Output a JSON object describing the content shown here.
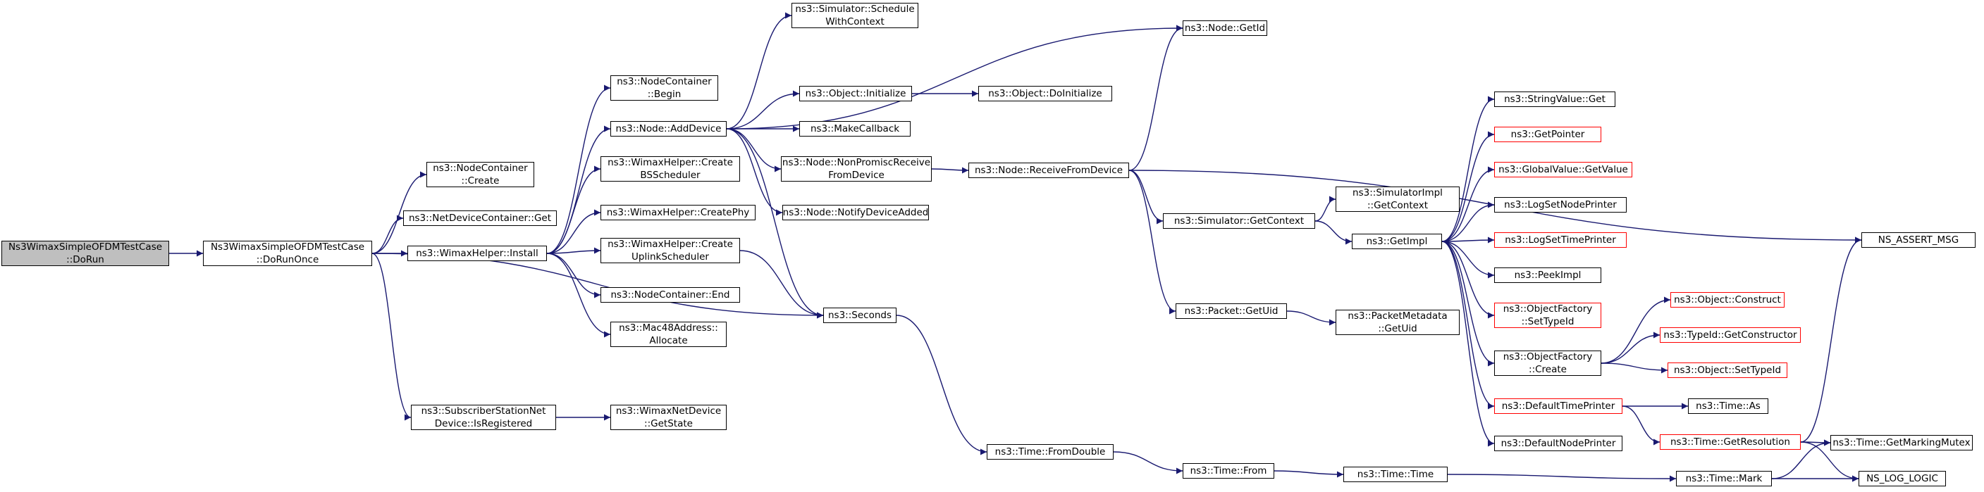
{
  "colors": {
    "edge": "#191970",
    "border": "#000000",
    "red_border": "#ff0000",
    "root_fill": "#bfbfbf",
    "background": "#ffffff"
  },
  "nodes": {
    "root": {
      "lines": [
        "Ns3WimaxSimpleOFDMTestCase",
        "::DoRun"
      ]
    },
    "dorunonce": {
      "lines": [
        "Ns3WimaxSimpleOFDMTestCase",
        "::DoRunOnce"
      ]
    },
    "nc_create": {
      "lines": [
        "ns3::NodeContainer",
        "::Create"
      ]
    },
    "ndc_get": {
      "lines": [
        "ns3::NetDeviceContainer::Get"
      ]
    },
    "wh_install": {
      "lines": [
        "ns3::WimaxHelper::Install"
      ]
    },
    "ssnd_isreg": {
      "lines": [
        "ns3::SubscriberStationNet",
        "Device::IsRegistered"
      ]
    },
    "nc_begin": {
      "lines": [
        "ns3::NodeContainer",
        "::Begin"
      ]
    },
    "node_adddevice": {
      "lines": [
        "ns3::Node::AddDevice"
      ]
    },
    "wh_createbs": {
      "lines": [
        "ns3::WimaxHelper::Create",
        "BSScheduler"
      ]
    },
    "wh_createphy": {
      "lines": [
        "ns3::WimaxHelper::CreatePhy"
      ]
    },
    "wh_createul": {
      "lines": [
        "ns3::WimaxHelper::Create",
        "UplinkScheduler"
      ]
    },
    "nc_end": {
      "lines": [
        "ns3::NodeContainer::End"
      ]
    },
    "mac48_alloc": {
      "lines": [
        "ns3::Mac48Address::",
        "Allocate"
      ]
    },
    "wnd_getstate": {
      "lines": [
        "ns3::WimaxNetDevice",
        "::GetState"
      ]
    },
    "sim_schedctx": {
      "lines": [
        "ns3::Simulator::Schedule",
        "WithContext"
      ]
    },
    "obj_init": {
      "lines": [
        "ns3::Object::Initialize"
      ]
    },
    "makecallback": {
      "lines": [
        "ns3::MakeCallback"
      ]
    },
    "node_nonpromisc": {
      "lines": [
        "ns3::Node::NonPromiscReceive",
        "FromDevice"
      ]
    },
    "node_notify": {
      "lines": [
        "ns3::Node::NotifyDeviceAdded"
      ]
    },
    "seconds": {
      "lines": [
        "ns3::Seconds"
      ]
    },
    "obj_doinit": {
      "lines": [
        "ns3::Object::DoInitialize"
      ]
    },
    "node_getid": {
      "lines": [
        "ns3::Node::GetId"
      ]
    },
    "node_recvfrom": {
      "lines": [
        "ns3::Node::ReceiveFromDevice"
      ]
    },
    "sim_getctx": {
      "lines": [
        "ns3::Simulator::GetContext"
      ]
    },
    "pkt_getuid": {
      "lines": [
        "ns3::Packet::GetUid"
      ]
    },
    "time_fromdouble": {
      "lines": [
        "ns3::Time::FromDouble"
      ]
    },
    "time_from": {
      "lines": [
        "ns3::Time::From"
      ]
    },
    "simimpl_getctx": {
      "lines": [
        "ns3::SimulatorImpl",
        "::GetContext"
      ]
    },
    "getimpl": {
      "lines": [
        "ns3::GetImpl"
      ]
    },
    "pktmeta_getuid": {
      "lines": [
        "ns3::PacketMetadata",
        "::GetUid"
      ]
    },
    "time_time": {
      "lines": [
        "ns3::Time::Time"
      ]
    },
    "strval_get": {
      "lines": [
        "ns3::StringValue::Get"
      ]
    },
    "getpointer": {
      "lines": [
        "ns3::GetPointer"
      ]
    },
    "globalval_getvalue": {
      "lines": [
        "ns3::GlobalValue::GetValue"
      ]
    },
    "logsetnode": {
      "lines": [
        "ns3::LogSetNodePrinter"
      ]
    },
    "logsettime": {
      "lines": [
        "ns3::LogSetTimePrinter"
      ]
    },
    "peekimpl": {
      "lines": [
        "ns3::PeekImpl"
      ]
    },
    "objfac_settypeid": {
      "lines": [
        "ns3::ObjectFactory",
        "::SetTypeId"
      ]
    },
    "objfac_create": {
      "lines": [
        "ns3::ObjectFactory",
        "::Create"
      ]
    },
    "deftimeprinter": {
      "lines": [
        "ns3::DefaultTimePrinter"
      ]
    },
    "defnodeprinter": {
      "lines": [
        "ns3::DefaultNodePrinter"
      ]
    },
    "obj_construct": {
      "lines": [
        "ns3::Object::Construct"
      ]
    },
    "typeid_getctor": {
      "lines": [
        "ns3::TypeId::GetConstructor"
      ]
    },
    "obj_settypeid": {
      "lines": [
        "ns3::Object::SetTypeId"
      ]
    },
    "time_as": {
      "lines": [
        "ns3::Time::As"
      ]
    },
    "time_getres": {
      "lines": [
        "ns3::Time::GetResolution"
      ]
    },
    "time_mark": {
      "lines": [
        "ns3::Time::Mark"
      ]
    },
    "ns_assert": {
      "lines": [
        "NS_ASSERT_MSG"
      ]
    },
    "getmarkingmutex": {
      "lines": [
        "ns3::Time::GetMarkingMutex"
      ]
    },
    "ns_log_logic": {
      "lines": [
        "NS_LOG_LOGIC"
      ]
    }
  }
}
